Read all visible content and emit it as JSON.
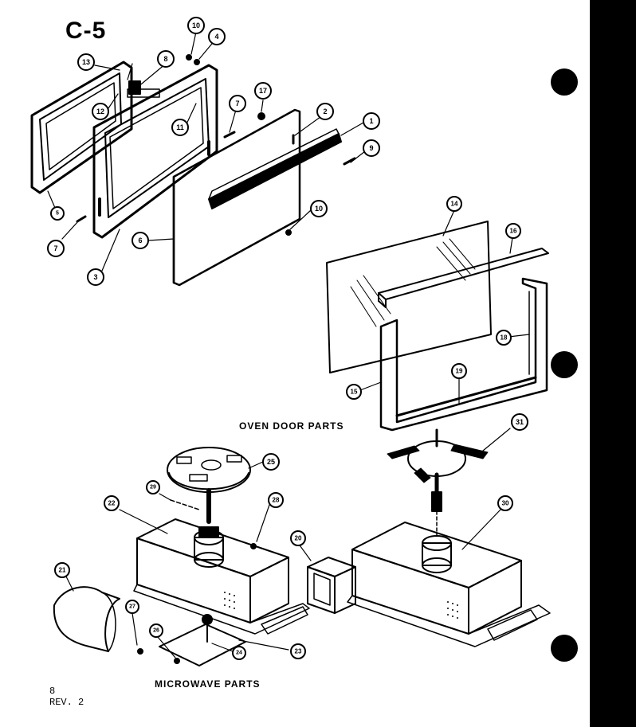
{
  "header": {
    "page_code": "C-5"
  },
  "sections": {
    "oven_door_title": "OVEN DOOR PARTS",
    "microwave_title": "MICROWAVE PARTS"
  },
  "footer": {
    "page_number": "8",
    "revision": "REV. 2"
  },
  "callouts": {
    "c1": "1",
    "c2": "2",
    "c3": "3",
    "c4": "4",
    "c5": "5",
    "c6": "6",
    "c7a": "7",
    "c7b": "7",
    "c8": "8",
    "c9": "9",
    "c10a": "10",
    "c10b": "10",
    "c11": "11",
    "c12": "12",
    "c13": "13",
    "c14": "14",
    "c15": "15",
    "c16": "16",
    "c17": "17",
    "c18": "18",
    "c19": "19",
    "c20": "20",
    "c21": "21",
    "c22": "22",
    "c23": "23",
    "c24": "24",
    "c25": "25",
    "c26": "26",
    "c27": "27",
    "c28": "28",
    "c29": "29",
    "c30": "30",
    "c31": "31"
  },
  "colors": {
    "ink": "#000000",
    "paper": "#ffffff",
    "shade": "#d9d9d9"
  }
}
